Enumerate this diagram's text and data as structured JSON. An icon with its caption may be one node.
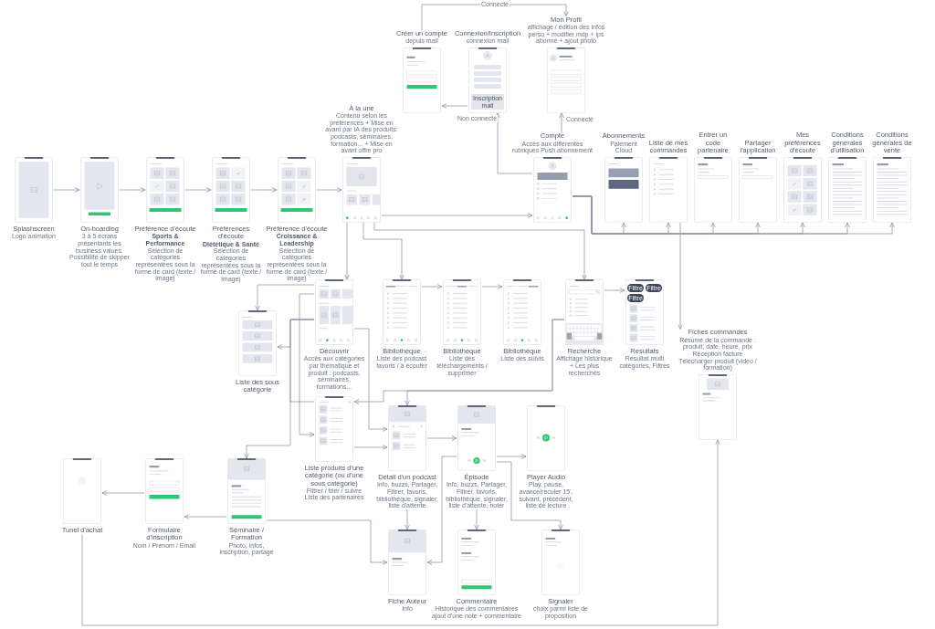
{
  "diagram": {
    "nodes": [
      {
        "text": [
          "Créer un compte",
          "depuis mail"
        ]
      },
      {
        "text": [
          "Connexion/Inscription",
          "connexion mail"
        ]
      },
      {
        "text": [],
        "shape": "box",
        "in": 1
      },
      {
        "text": [],
        "shape": "box",
        "in": 1
      },
      {
        "text": [],
        "shape": "box",
        "in": 1
      },
      {
        "text": [],
        "shape": "box",
        "in": 1
      },
      {
        "text": [
          "Inscription mail"
        ],
        "in": 1
      },
      {
        "text": [
          "Mon Profil",
          "affichage / édition des infos perso + modifier mdp + lps abonné + ajout photo"
        ]
      },
      {
        "text": [
          "Splashscreen",
          "Logo animation"
        ]
      },
      {
        "text": [
          "On-boarding",
          "3 à 5 écrans présentants les business values. Possibilité de skipper tout le temps"
        ]
      },
      {
        "text": [
          "Préférence d'écoute",
          "Sports & Performance",
          "Sélection de catégories représentées sous la forme de card (texte / image)"
        ]
      },
      {
        "text": [
          "Préférences d'écoute",
          "Diététique & Santé",
          "Sélection de catégories représentées sous la forme de card (texte / image)"
        ]
      },
      {
        "text": [
          "Préférence d'écoute",
          "Croissance & Leadership",
          "Sélection de catégories représentées sous la forme de card (texte / image)"
        ]
      },
      {
        "text": [
          "À la une",
          "Contenu selon les préférences + Mise en avant par IA des produits: podcasts, séminaires, formation... + Mise en avant offre pro"
        ]
      },
      {
        "text": [
          "Compte",
          "Accès aux différentes rubriques Push abonnement"
        ]
      },
      {
        "text": [
          "Abonnements",
          "Paiement Cloud"
        ]
      },
      {
        "text": [
          "Liste de mes commandes"
        ]
      },
      {
        "text": [
          "Entrer un code partenaire"
        ]
      },
      {
        "text": [
          "Partager l'application"
        ]
      },
      {
        "text": [
          "Mes préférences d'écoute"
        ]
      },
      {
        "text": [
          "Conditions générales d'utilisation"
        ]
      },
      {
        "text": [
          "Conditions générales de vente"
        ]
      },
      {
        "text": [
          "Découvrir",
          "Accès aux catégories par thématique et produit : podcasts, séminaires, formations..."
        ]
      },
      {
        "text": [
          "Liste des sous catégorie"
        ]
      },
      {
        "text": [
          "Bibliothèque",
          "Liste des podcast favoris / à écouter"
        ]
      },
      {
        "text": [
          "Bibliothèque",
          "Liste des téléchargements / supprimer"
        ]
      },
      {
        "text": [
          "Bibliothèque",
          "Liste des suivis"
        ]
      },
      {
        "text": [
          "Recherche",
          "Affichage historique + Les plus recherchés"
        ]
      },
      {
        "text": [
          "Résultats",
          "Résultat multi catégories, Filtres"
        ]
      },
      {
        "text": [
          "Filtre"
        ],
        "in": 28
      },
      {
        "text": [
          "Filtre"
        ],
        "in": 28
      },
      {
        "text": [
          "Filtre"
        ],
        "in": 28
      },
      {
        "text": [
          "Fiches commandes",
          "Résumé de la commande : produit, date, heure, prix Réception facture Télécharger produit (vidéo / formation)"
        ]
      },
      {
        "text": [
          "Liste produits d'une catégorie (ou d'une sous catégorie)",
          "Filtrer / trier / suivre Liste des partenaires"
        ]
      },
      {
        "text": [
          "Détail d'un podcast",
          "Info, buzzs, Partager, Filtrer, favoris, bibliothèque, signaler, liste d'attente"
        ]
      },
      {
        "text": [
          "Épisode",
          "Info, buzzs, Partager, Filtrer, favoris, bibliothèque, signaler, liste d'attente, noter"
        ]
      },
      {
        "text": [
          "Player Audio",
          "Play, pause, avance/reculer 15', suivant, précédent, liste de lecture"
        ]
      },
      {
        "text": [
          "Séminaire / Formation",
          "Photo, infos, inscription, partage"
        ]
      },
      {
        "text": [
          "Formulaire d'inscription",
          "Nom / Prénom / Email"
        ]
      },
      {
        "text": [
          "Tunel d'achat"
        ]
      },
      {
        "text": [
          "Fiche Auteur",
          "Info"
        ]
      },
      {
        "text": [
          "Commentaire",
          "Historique des commentaires ajout d'une note + commentaire"
        ]
      },
      {
        "text": [
          "Signaler",
          "choix parmi liste de proposition"
        ]
      }
    ],
    "edges": [
      {
        "from": 8,
        "to": 9,
        "arrow": "to"
      },
      {
        "from": 9,
        "to": 10,
        "arrow": "to"
      },
      {
        "from": 10,
        "to": 11,
        "arrow": "to"
      },
      {
        "from": 11,
        "to": 12,
        "arrow": "to"
      },
      {
        "from": 12,
        "to": 13,
        "arrow": "to"
      },
      {
        "from": 13,
        "to": 14,
        "arrow": "to"
      },
      {
        "from": 14,
        "to": 1,
        "arrow": "to",
        "label": "Non connecté"
      },
      {
        "from": 14,
        "to": 7,
        "arrow": "to",
        "label": "Connecté"
      },
      {
        "from": 1,
        "to": 0,
        "arrow": "to"
      },
      {
        "from": 0,
        "to": 7,
        "arrow": "to",
        "label": "Connecté"
      },
      {
        "from": 14,
        "to": 15,
        "arrow": "to"
      },
      {
        "from": 14,
        "to": 16,
        "arrow": "to"
      },
      {
        "from": 14,
        "to": 17,
        "arrow": "to"
      },
      {
        "from": 14,
        "to": 18,
        "arrow": "to"
      },
      {
        "from": 14,
        "to": 19,
        "arrow": "to"
      },
      {
        "from": 14,
        "to": 20,
        "arrow": "to"
      },
      {
        "from": 14,
        "to": 21,
        "arrow": "to"
      },
      {
        "from": 16,
        "to": 32,
        "arrow": "to"
      },
      {
        "from": 13,
        "to": 22,
        "arrow": "to"
      },
      {
        "from": 13,
        "to": 24,
        "arrow": "to"
      },
      {
        "from": 13,
        "to": 27,
        "arrow": "to"
      },
      {
        "from": 24,
        "to": 25,
        "arrow": "to"
      },
      {
        "from": 25,
        "to": 26,
        "arrow": "to"
      },
      {
        "from": 27,
        "to": 28,
        "arrow": "to"
      },
      {
        "from": 22,
        "to": 23,
        "arrow": "to"
      },
      {
        "from": 22,
        "to": 33,
        "arrow": "to"
      },
      {
        "from": 22,
        "to": 37,
        "arrow": "to"
      },
      {
        "from": 22,
        "to": 23,
        "arrow": "to"
      },
      {
        "from": 22,
        "to": 34,
        "arrow": "to"
      },
      {
        "from": 27,
        "to": 34,
        "arrow": "to"
      },
      {
        "from": 27,
        "to": 33,
        "arrow": "to"
      },
      {
        "from": 33,
        "to": 34,
        "arrow": "to"
      },
      {
        "from": 34,
        "to": 35,
        "arrow": "to"
      },
      {
        "from": 34,
        "to": 40,
        "arrow": "to"
      },
      {
        "from": 35,
        "to": 36,
        "arrow": "to"
      },
      {
        "from": 35,
        "to": 41,
        "arrow": "to"
      },
      {
        "from": 35,
        "to": 42,
        "arrow": "to"
      },
      {
        "from": 35,
        "to": 40,
        "arrow": "to"
      },
      {
        "from": 37,
        "to": 40,
        "arrow": "to"
      },
      {
        "from": 37,
        "to": 38,
        "arrow": "to"
      },
      {
        "from": 38,
        "to": 39,
        "arrow": "to"
      },
      {
        "from": 39,
        "to": 32,
        "arrow": "to"
      },
      {
        "from": 22,
        "to": 33,
        "arrow": "none"
      }
    ]
  }
}
